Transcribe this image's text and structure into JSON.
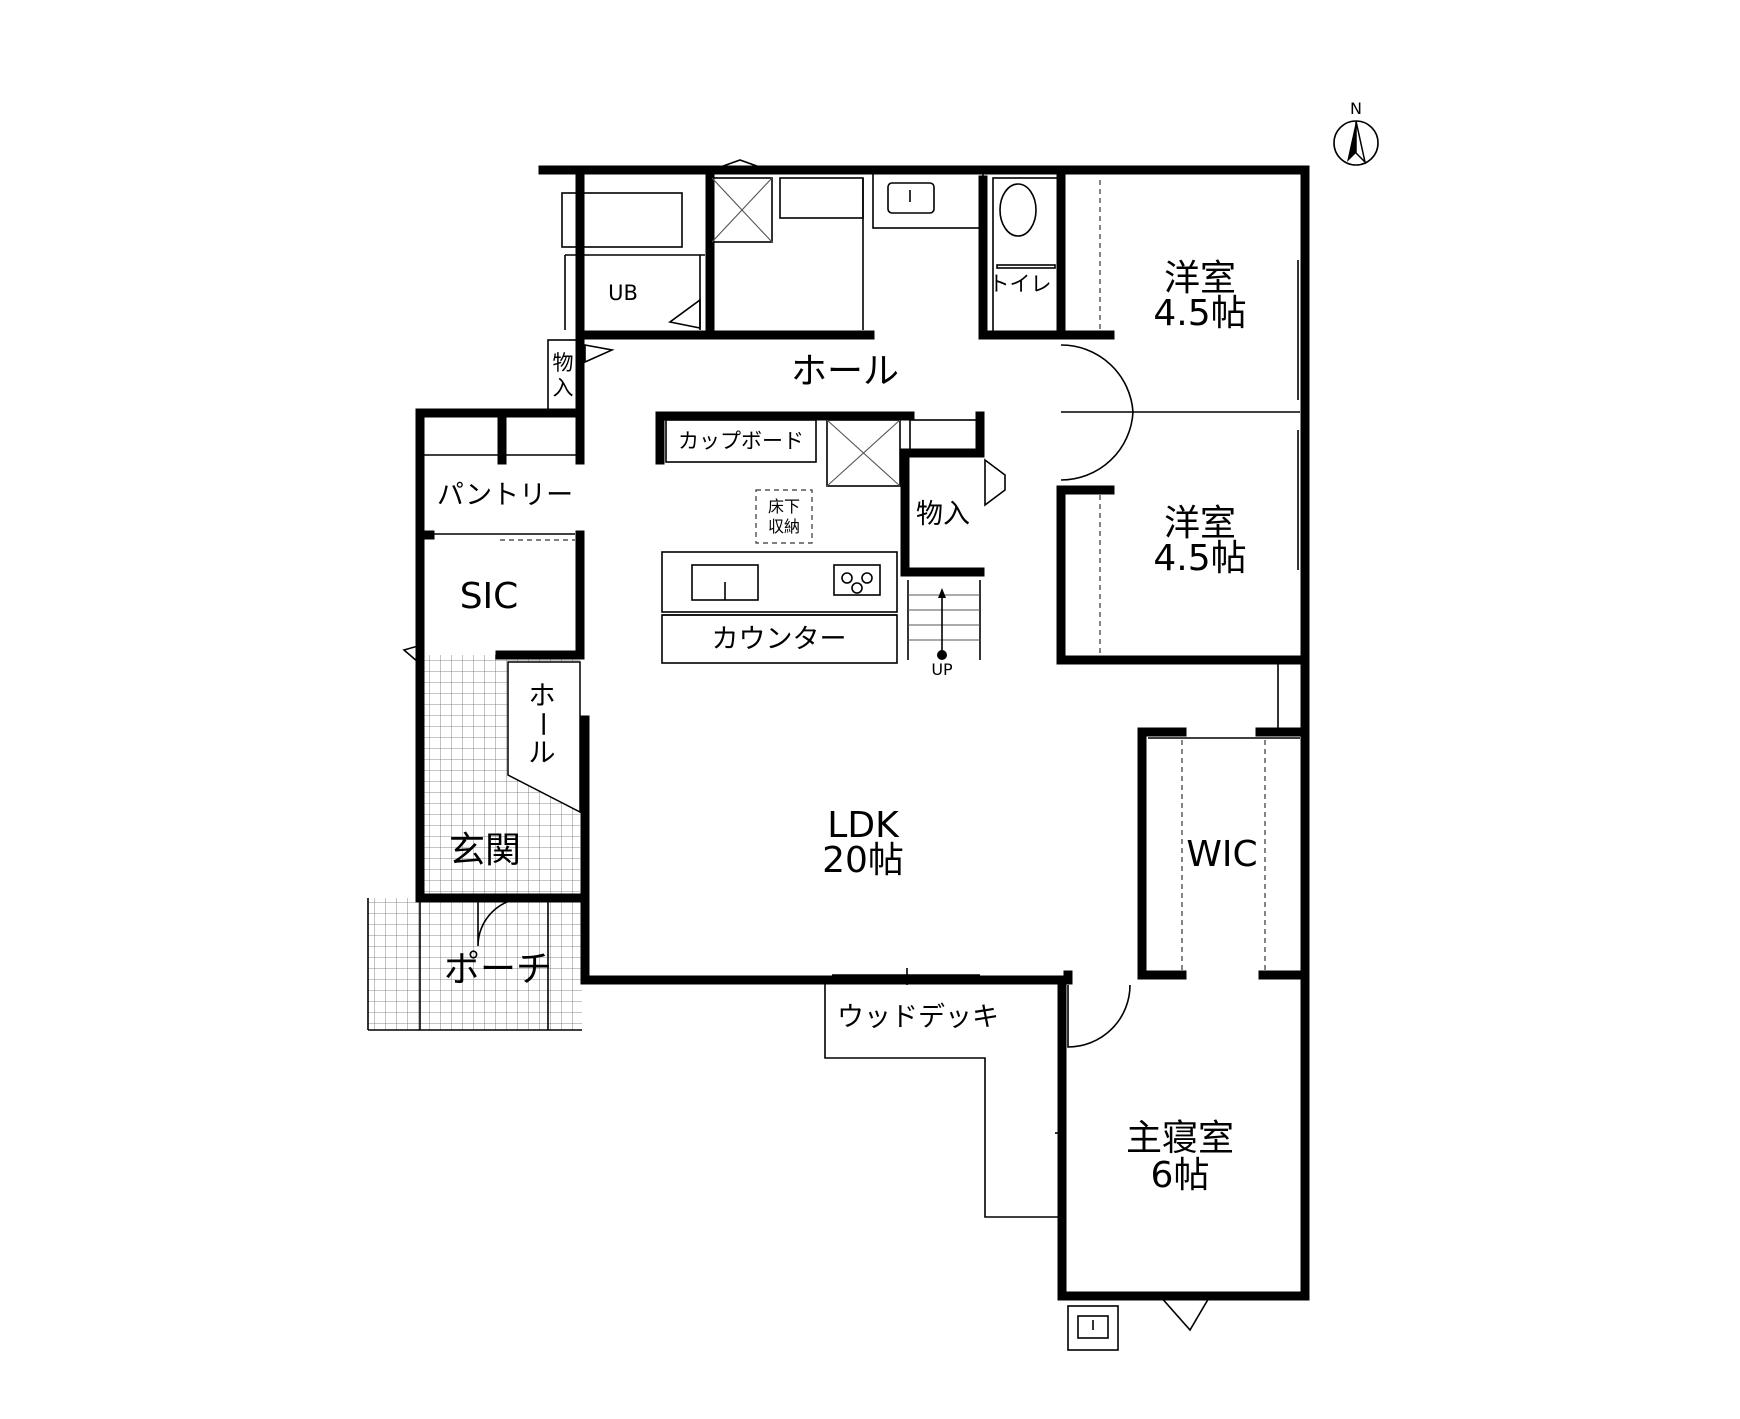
{
  "compass": {
    "north_label": "N"
  },
  "rooms": {
    "bedroom_ne_name": "洋室",
    "bedroom_ne_size": "4.5帖",
    "bedroom_e_name": "洋室",
    "bedroom_e_size": "4.5帖",
    "hall_top": "ホール",
    "ub": "UB",
    "toilet": "トイレ",
    "storage_small_1": "物",
    "storage_small_2": "入",
    "cupboard": "カップボード",
    "underfloor_1": "床下",
    "underfloor_2": "収納",
    "storage": "物入",
    "pantry": "パントリー",
    "sic": "SIC",
    "counter": "カウンター",
    "stairs_up": "UP",
    "hall_v1": "ホ",
    "hall_v2": "ー",
    "hall_v3": "ル",
    "entrance": "玄関",
    "ldk_name": "LDK",
    "ldk_size": "20帖",
    "wic": "WIC",
    "porch": "ポーチ",
    "deck": "ウッドデッキ",
    "master_name": "主寝室",
    "master_size": "6帖"
  }
}
